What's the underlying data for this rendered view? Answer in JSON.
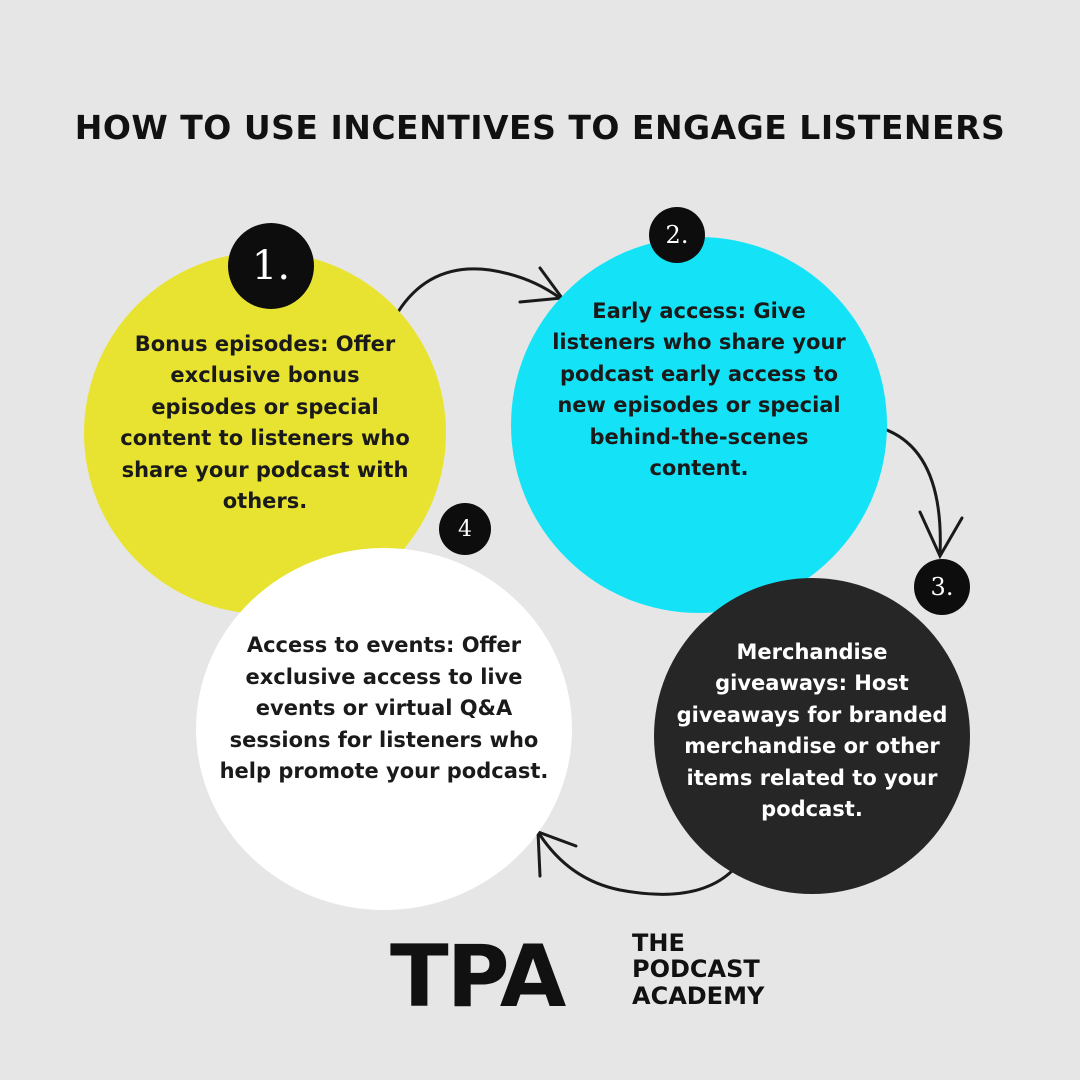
{
  "title": "HOW TO USE INCENTIVES TO ENGAGE LISTENERS",
  "steps": [
    {
      "number": "1.",
      "text": "Bonus episodes: Offer exclusive bonus episodes or special content to listeners who share your podcast with others.",
      "color": "#e8e330"
    },
    {
      "number": "2.",
      "text": "Early access: Give listeners who share your podcast early access to new episodes or special behind-the-scenes content.",
      "color": "#14e3f7"
    },
    {
      "number": "3.",
      "text": "Merchandise giveaways: Host giveaways for branded merchandise or other items related to your podcast.",
      "color": "#262626"
    },
    {
      "number": "4",
      "text": "Access to events: Offer exclusive access to live events or virtual Q&A sessions for listeners who help promote your podcast.",
      "color": "#ffffff"
    }
  ],
  "logo": {
    "mark": "TPA",
    "line1": "THE",
    "line2": "PODCAST",
    "line3": "ACADEMY"
  }
}
